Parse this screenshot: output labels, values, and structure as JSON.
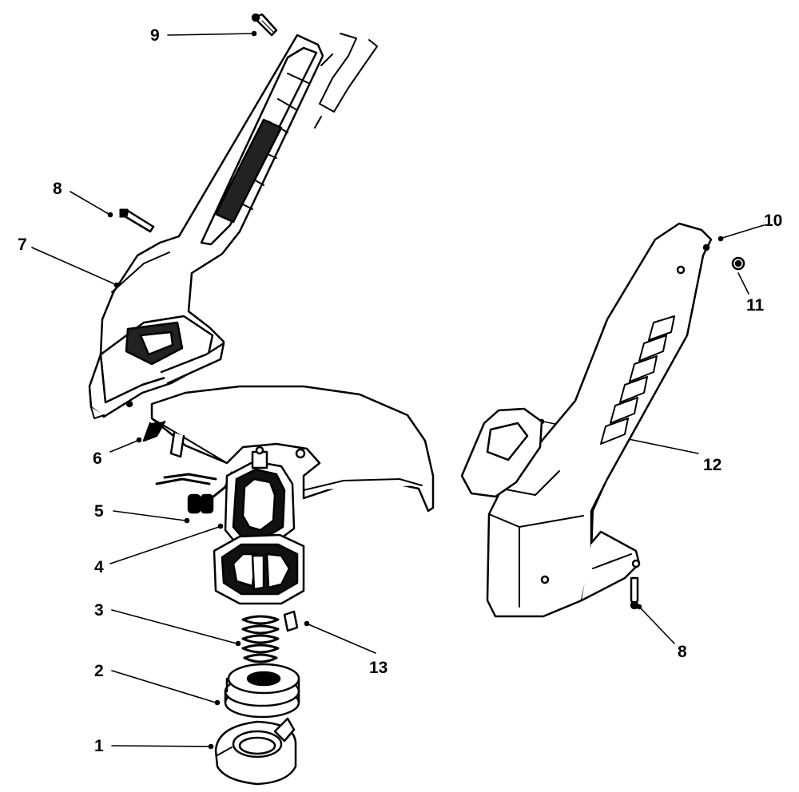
{
  "colors": {
    "ink": "#000000",
    "paper": "#ffffff",
    "shade": "#d9d9d9"
  },
  "callouts": [
    {
      "label": "1",
      "part": "spool-retainer-cap"
    },
    {
      "label": "2",
      "part": "line-spool"
    },
    {
      "label": "3",
      "part": "spring"
    },
    {
      "label": "4",
      "part": "motor"
    },
    {
      "label": "5",
      "part": "wire-connector"
    },
    {
      "label": "6",
      "part": "shield-screw"
    },
    {
      "label": "7",
      "part": "left-housing"
    },
    {
      "label": "8",
      "part": "housing-screw"
    },
    {
      "label": "9",
      "part": "housing-screw"
    },
    {
      "label": "10",
      "part": "housing-screw"
    },
    {
      "label": "11",
      "part": "nut"
    },
    {
      "label": "12",
      "part": "right-housing"
    },
    {
      "label": "13",
      "part": "spool-catch"
    },
    {
      "label": "8",
      "part": "housing-screw"
    }
  ]
}
